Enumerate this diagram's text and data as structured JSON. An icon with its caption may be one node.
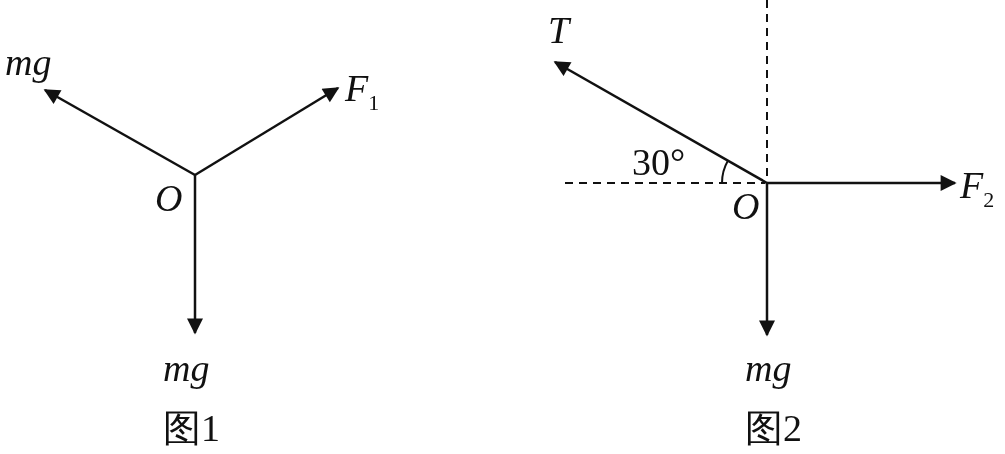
{
  "diagram": {
    "labels": [
      "mg",
      "F$_{1}$",
      "O",
      "mg",
      "图1",
      "T",
      "30°",
      "O",
      "F$_{2}$",
      "mg",
      "图2"
    ]
  }
}
